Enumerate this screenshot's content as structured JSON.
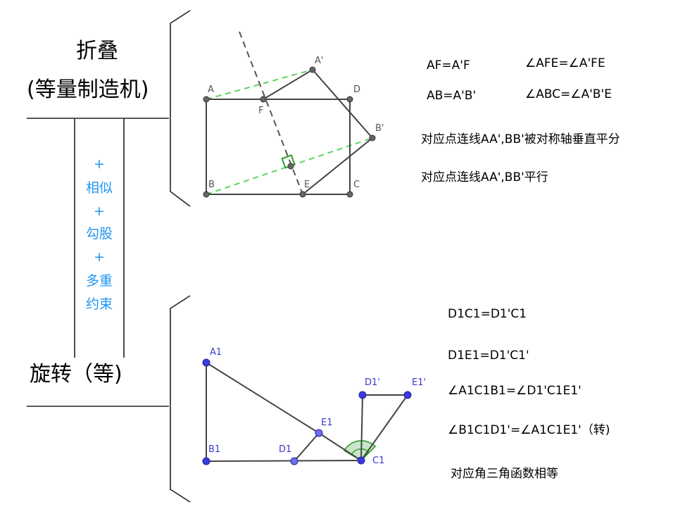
{
  "headings": {
    "folding": "折叠",
    "folding_sub": "(等量制造机)",
    "rotation": "旋转（等)"
  },
  "middle_notes": [
    "+",
    "相似",
    "+",
    "勾股",
    "+",
    "多重",
    "约束"
  ],
  "fold_diagram": {
    "points": [
      "A'",
      "A",
      "F",
      "D",
      "B'",
      "B",
      "E",
      "C"
    ]
  },
  "fold_formulas": {
    "af": "AF=A'F",
    "angle_afe": "∠AFE=∠A'FE",
    "ab": "AB=A'B'",
    "angle_abc": "∠ABC=∠A'B'E",
    "perp": "对应点连线AA',BB'被对称轴垂直平分",
    "parallel": "对应点连线AA',BB'平行"
  },
  "rotation_diagram": {
    "points": [
      "A1",
      "E1",
      "D1'",
      "E1'",
      "B1",
      "D1",
      "C1"
    ]
  },
  "rotation_formulas": {
    "d1c1": "D1C1=D1'C1",
    "d1e1": "D1E1=D1'C1'",
    "angle1": "∠A1C1B1=∠D1'C1E1'",
    "angle2": "∠B1C1D1'=∠A1C1E1'（转)",
    "trig": "对应角三角函数相等"
  },
  "colors": {
    "line": "#444444",
    "dash_green": "#5fd35f",
    "right_angle": "#2e9e2e",
    "rotation_point": "#3b3bdc",
    "rotation_label": "#3a3ad0",
    "angle_fill": "#c8e6c9",
    "note_blue": "#2196f3"
  }
}
